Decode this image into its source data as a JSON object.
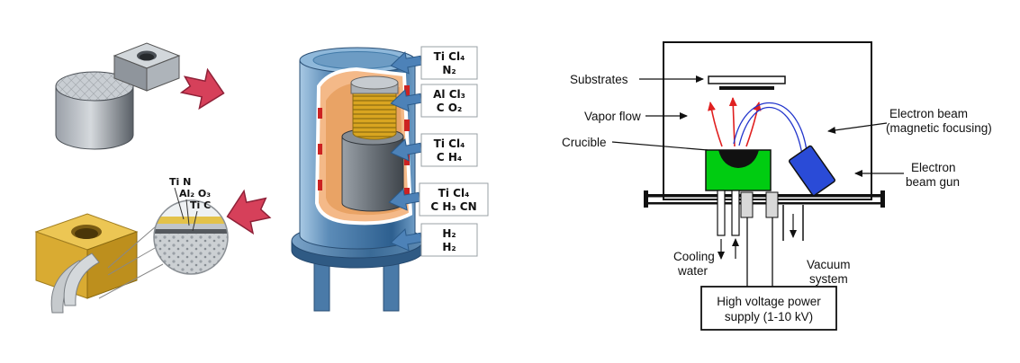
{
  "left_diagram": {
    "gas_inlets": [
      {
        "line1": "Ti Cl₄",
        "line2": "N₂"
      },
      {
        "line1": "Al Cl₃",
        "line2": "C O₂"
      },
      {
        "line1": "Ti Cl₄",
        "line2": "C H₄"
      },
      {
        "line1": "Ti Cl₄",
        "line2": "C H₃ CN"
      },
      {
        "line1": "H₂",
        "line2": "H₂"
      }
    ],
    "coating_layers": [
      "Ti N",
      "Al₂ O₃",
      "Ti C"
    ]
  },
  "right_diagram": {
    "substrates": "Substrates",
    "vapor_flow": "Vapor flow",
    "crucible": "Crucible",
    "electron_beam_line1": "Electron beam",
    "electron_beam_line2": "(magnetic focusing)",
    "gun_line1": "Electron",
    "gun_line2": "beam gun",
    "cooling_line1": "Cooling",
    "cooling_line2": "water",
    "vacuum_line1": "Vacuum",
    "vacuum_line2": "system",
    "power_line1": "High voltage power",
    "power_line2": "supply (1-10 kV)"
  },
  "colors": {
    "crucible_green": "#00cc11",
    "gun_blue": "#2a4bd7",
    "beam_blue": "#2336cc",
    "vapor_red": "#e02020",
    "process_arrow_red": "#d6405a",
    "vessel_blue": "#4a7faf",
    "coated_gold": "#d9a830"
  }
}
